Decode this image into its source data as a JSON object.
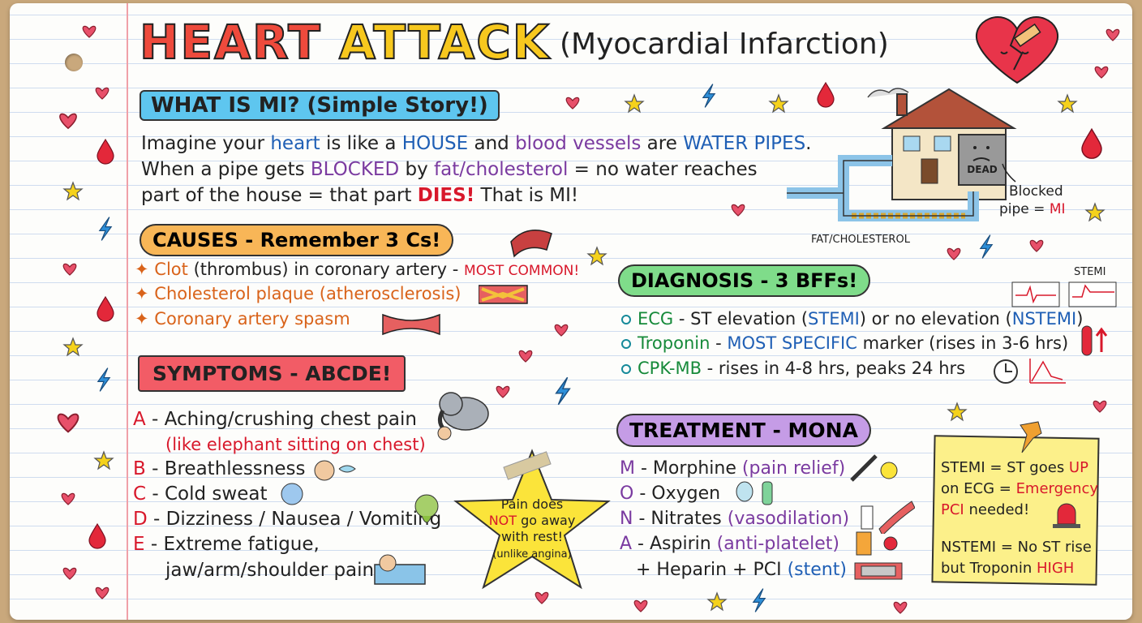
{
  "title": {
    "w1": "HEART",
    "w2": "ATTACK",
    "subtitle": "(Myocardial Infarction)"
  },
  "colors": {
    "heart": "#e03048",
    "star": "#f5d21c",
    "bolt": "#2e8fd8",
    "note": "#fcf08a",
    "orange_box": "#f8b657",
    "teal_box": "#7fdc8a",
    "purple_box": "#c59ce6",
    "blue_box": "#5ec6ef",
    "red_box": "#f25c66"
  },
  "what": {
    "header": "WHAT IS MI? (Simple Story!)",
    "l1": [
      "Imagine your ",
      "heart",
      " is like a ",
      "HOUSE",
      " and ",
      "blood vessels",
      " are ",
      "WATER PIPES",
      "."
    ],
    "l2": [
      "When a pipe gets ",
      "BLOCKED",
      " by ",
      "fat/cholesterol",
      " = no water reaches"
    ],
    "l3": [
      "part of the house = that part ",
      "DIES!",
      " That is MI!"
    ],
    "house_label": "DEAD",
    "blocked_label": "Blocked",
    "blocked_label2": "pipe = ",
    "blocked_mi": "MI",
    "fat_label": "FAT/CHOLESTEROL"
  },
  "causes": {
    "header": "CAUSES - Remember 3 Cs!",
    "c1": [
      "Clot",
      " (thrombus) in coronary artery - ",
      "MOST COMMON!"
    ],
    "c2": "Cholesterol plaque (atherosclerosis)",
    "c3": "Coronary artery spasm"
  },
  "symptoms": {
    "header": "SYMPTOMS - ABCDE!",
    "a": [
      "A",
      " - Aching/crushing chest pain"
    ],
    "a2": "(like elephant sitting on chest)",
    "b": [
      "B",
      " - Breathlessness"
    ],
    "c": [
      "C",
      " - Cold sweat"
    ],
    "d": [
      "D",
      " - Dizziness / Nausea / Vomiting"
    ],
    "e": [
      "E",
      " - Extreme fatigue,"
    ],
    "e2": "jaw/arm/shoulder pain"
  },
  "star_note": {
    "l1": "Pain does",
    "l2": "NOT",
    "l2b": " go away",
    "l3": "with rest!",
    "l4": "(unlike angina)"
  },
  "diagnosis": {
    "header": "DIAGNOSIS - 3 BFFs!",
    "stemi_label": "STEMI",
    "d1": [
      "ECG",
      " - ST elevation (",
      "STEMI",
      ") or no elevation (",
      "NSTEMI",
      ")"
    ],
    "d2": [
      "Troponin",
      " - ",
      "MOST SPECIFIC",
      " marker (rises in 3-6 hrs)"
    ],
    "d3": [
      "CPK-MB",
      " - rises in 4-8 hrs, peaks 24 hrs"
    ]
  },
  "treatment": {
    "header": "TREATMENT - MONA",
    "m": [
      "M",
      " - Morphine ",
      "(pain relief)"
    ],
    "o": [
      "O",
      " - Oxygen"
    ],
    "n": [
      "N",
      " - Nitrates ",
      "(vasodilation)"
    ],
    "a": [
      "A",
      " - Aspirin ",
      "(anti-platelet)"
    ],
    "extra": [
      "+ Heparin + PCI ",
      "(stent)"
    ]
  },
  "sticky": {
    "l1": [
      "STEMI = ST goes ",
      "UP"
    ],
    "l2": [
      "on ECG = ",
      "Emergency"
    ],
    "l3": [
      "PCI",
      " needed!"
    ],
    "l4": "NSTEMI = No ST rise",
    "l5": [
      "but Troponin ",
      "HIGH"
    ]
  }
}
